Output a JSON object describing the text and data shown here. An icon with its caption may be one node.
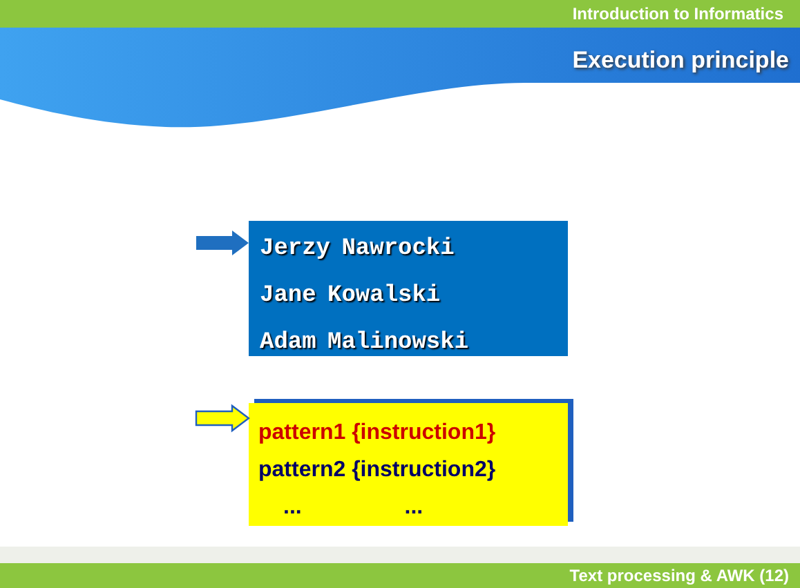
{
  "diagram": {
    "title": "Execution principle",
    "nodes": [
      {
        "text": [
          "Jerzy Nawrocki",
          "Jane Kowalski",
          "Adam Malinowski"
        ]
      },
      {
        "text": [
          "pattern1 {instruction1}",
          "pattern2 {instruction2}",
          "... ..."
        ]
      }
    ],
    "edges": [
      {
        "from": null,
        "to": 0,
        "arrow": "to",
        "color": "#1f6fc0"
      },
      {
        "from": null,
        "to": 1,
        "arrow": "to",
        "color": "#ffff00"
      }
    ],
    "labels": [
      "Introduction to Informatics",
      "Text processing & AWK (12)"
    ]
  }
}
